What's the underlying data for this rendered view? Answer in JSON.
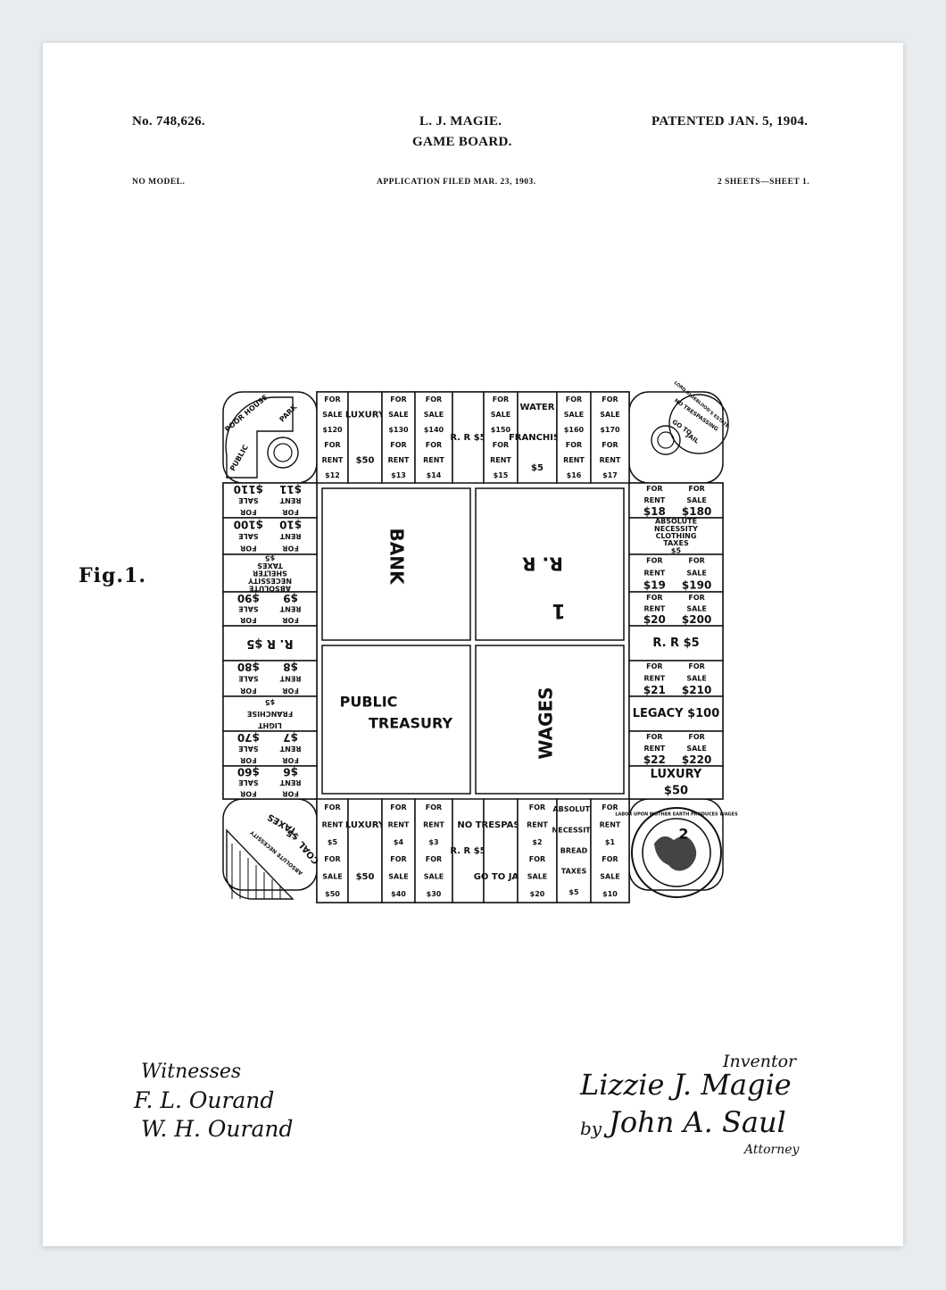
{
  "header": {
    "patent_number": "No. 748,626.",
    "inventor": "L. J. MAGIE.",
    "title": "GAME BOARD.",
    "patented": "PATENTED JAN. 5, 1904.",
    "model": "NO MODEL.",
    "application": "APPLICATION FILED MAR. 23, 1903.",
    "sheets": "2 SHEETS—SHEET 1."
  },
  "figure_label": "Fig.1.",
  "board": {
    "corners": {
      "top_left": [
        "POOR HOUSE",
        "PUBLIC",
        "PARK"
      ],
      "top_right": [
        "LORD BLUEBLOOD'S ESTATE",
        "NO TRESPASSING",
        "GO TO",
        "JAIL"
      ],
      "bottom_left": [
        "ABSOLUTE NECESSITY",
        "COAL",
        "TAXES",
        "$5"
      ],
      "bottom_right": [
        "LABOR UPON MOTHER EARTH PRODUCES WAGES",
        "2"
      ]
    },
    "center": [
      "BANK",
      "R. R",
      "1",
      "PUBLIC",
      "TREASURY",
      "WAGES"
    ],
    "top_row": [
      [
        "FOR",
        "SALE",
        "$120",
        "FOR",
        "RENT",
        "$12"
      ],
      [
        "LUXURY",
        "$50"
      ],
      [
        "FOR",
        "SALE",
        "$130",
        "FOR",
        "RENT",
        "$13"
      ],
      [
        "FOR",
        "SALE",
        "$140",
        "FOR",
        "RENT",
        "$14"
      ],
      [
        "R. R $5"
      ],
      [
        "FOR",
        "SALE",
        "$150",
        "FOR",
        "RENT",
        "$15"
      ],
      [
        "WATER",
        "FRANCHISE",
        "$5"
      ],
      [
        "FOR",
        "SALE",
        "$160",
        "FOR",
        "RENT",
        "$16"
      ],
      [
        "FOR",
        "SALE",
        "$170",
        "FOR",
        "RENT",
        "$17"
      ]
    ],
    "right_col": [
      [
        "FOR",
        "RENT",
        "$18",
        "FOR",
        "SALE",
        "$180"
      ],
      [
        "ABSOLUTE",
        "NECESSITY",
        "CLOTHING",
        "TAXES",
        "$5"
      ],
      [
        "FOR",
        "RENT",
        "$19",
        "FOR",
        "SALE",
        "$190"
      ],
      [
        "FOR",
        "RENT",
        "$20",
        "FOR",
        "SALE",
        "$200"
      ],
      [
        "R. R $5"
      ],
      [
        "FOR",
        "RENT",
        "$21",
        "FOR",
        "SALE",
        "$210"
      ],
      [
        "LEGACY $100"
      ],
      [
        "FOR",
        "RENT",
        "$22",
        "FOR",
        "SALE",
        "$220"
      ],
      [
        "LUXURY",
        "$50"
      ]
    ],
    "bottom_row": [
      [
        "FOR",
        "RENT",
        "$5",
        "FOR",
        "SALE",
        "$50"
      ],
      [
        "LUXURY",
        "$50"
      ],
      [
        "FOR",
        "RENT",
        "$4",
        "FOR",
        "SALE",
        "$40"
      ],
      [
        "FOR",
        "RENT",
        "$3",
        "FOR",
        "SALE",
        "$30"
      ],
      [
        "R. R $5"
      ],
      [
        "NO TRESPASSING",
        "GO TO JAIL"
      ],
      [
        "FOR",
        "RENT",
        "$2",
        "FOR",
        "SALE",
        "$20"
      ],
      [
        "ABSOLUTE",
        "NECESSITY",
        "BREAD",
        "TAXES",
        "$5"
      ],
      [
        "FOR",
        "RENT",
        "$1",
        "FOR",
        "SALE",
        "$10"
      ]
    ],
    "left_col": [
      [
        "FOR",
        "RENT",
        "$11",
        "FOR",
        "SALE",
        "$110"
      ],
      [
        "FOR",
        "RENT",
        "$10",
        "FOR",
        "SALE",
        "$100"
      ],
      [
        "ABSOLUTE",
        "NECESSITY",
        "SHELTER",
        "TAXES",
        "$5"
      ],
      [
        "FOR",
        "RENT",
        "$9",
        "FOR",
        "SALE",
        "$90"
      ],
      [
        "R. R $5"
      ],
      [
        "FOR",
        "RENT",
        "$8",
        "FOR",
        "SALE",
        "$80"
      ],
      [
        "LIGHT",
        "FRANCHISE",
        "$5"
      ],
      [
        "FOR",
        "RENT",
        "$7",
        "FOR",
        "SALE",
        "$70"
      ],
      [
        "FOR",
        "RENT",
        "$6",
        "FOR",
        "SALE",
        "$60"
      ]
    ]
  },
  "witnesses": {
    "label": "Witnesses",
    "names": [
      "F. L. Ourand",
      "W. H. Ourand"
    ]
  },
  "inventor_block": {
    "label": "Inventor",
    "signature": "Lizzie J. Magie",
    "by": "by",
    "attorney_signature": "John A. Saul",
    "attorney_label": "Attorney"
  }
}
